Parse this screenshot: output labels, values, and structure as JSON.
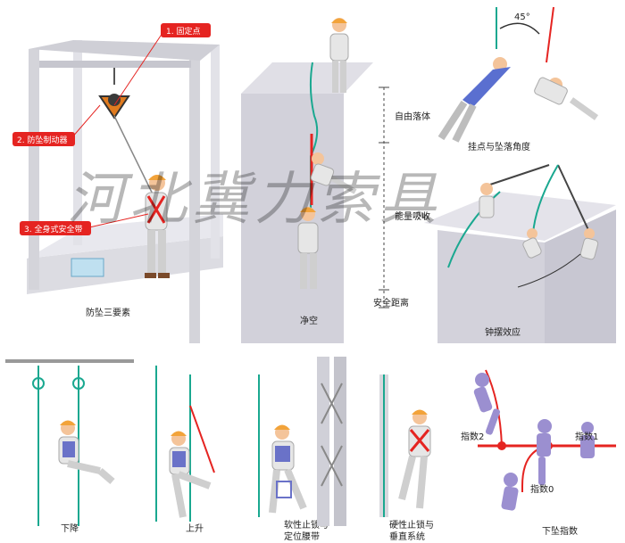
{
  "watermark": "河北冀力索具",
  "panels": {
    "three_elements": {
      "caption": "防坠三要素",
      "callouts": [
        "1. 固定点",
        "2. 防坠制动器",
        "3. 全身式安全带"
      ]
    },
    "clearance": {
      "caption": "净空",
      "zones": [
        "自由落体",
        "能量吸收",
        "安全距离"
      ]
    },
    "angle": {
      "caption": "挂点与坠落角度",
      "angle_label": "45°"
    },
    "swing": {
      "caption": "钟摆效应"
    },
    "descend": {
      "caption": "下降"
    },
    "ascend": {
      "caption": "上升"
    },
    "soft_lock": {
      "caption_line1": "软性止锁与",
      "caption_line2": "定位腰带"
    },
    "rigid_lock": {
      "caption_line1": "硬性止锁与",
      "caption_line2": "垂直系统"
    },
    "fall_index": {
      "caption": "下坠指数",
      "labels": [
        "指数2",
        "指数1",
        "指数0"
      ]
    }
  },
  "colors": {
    "accent_red": "#e52421",
    "rope_green": "#1aa890",
    "frame_gray": "#d8d8de",
    "figure_purple": "#9b8fd0",
    "helmet_orange": "#f2a33a"
  }
}
